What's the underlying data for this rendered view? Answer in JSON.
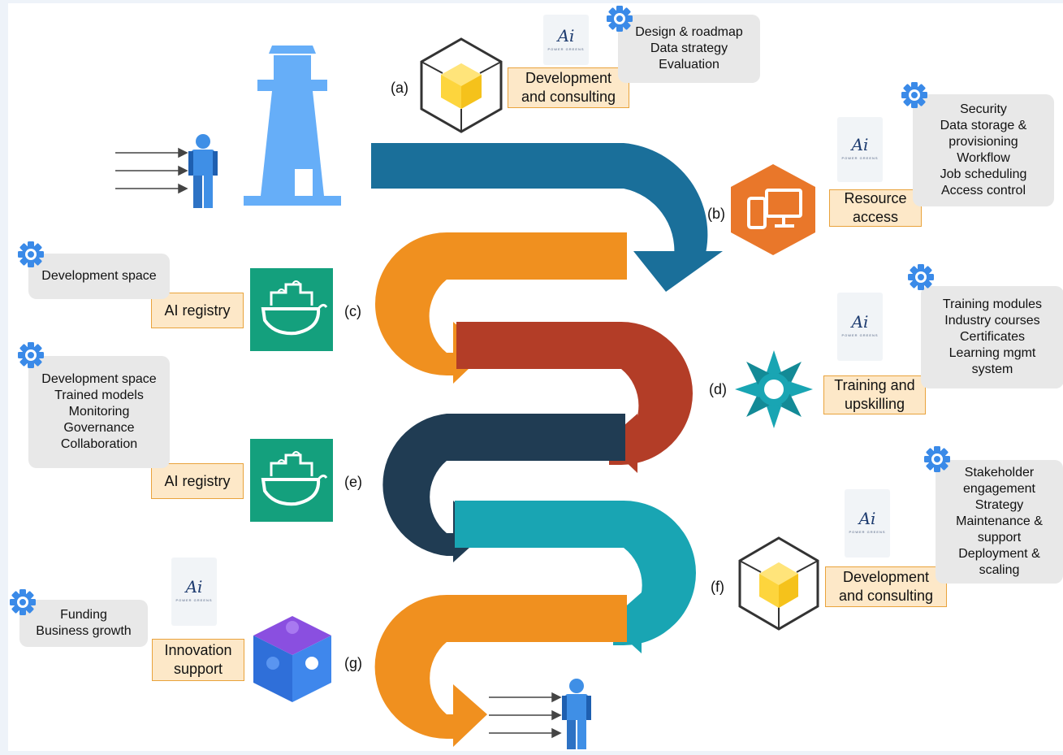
{
  "steps": {
    "a": {
      "letter": "(a)",
      "label": [
        "Development",
        "and consulting"
      ],
      "details": [
        "Design & roadmap",
        "Data strategy",
        "Evaluation"
      ]
    },
    "b": {
      "letter": "(b)",
      "label": [
        "Resource",
        "access"
      ],
      "details": [
        "Security",
        "Data storage &",
        "provisioning",
        "Workflow",
        "Job scheduling",
        "Access control"
      ]
    },
    "c": {
      "letter": "(c)",
      "label": [
        "AI registry"
      ],
      "details": [
        "Development space"
      ]
    },
    "d": {
      "letter": "(d)",
      "label": [
        "Training and",
        "upskilling"
      ],
      "details": [
        "Training modules",
        "Industry courses",
        "Certificates",
        "Learning mgmt",
        "system"
      ]
    },
    "e": {
      "letter": "(e)",
      "label": [
        "AI registry"
      ],
      "details": [
        "Development space",
        "Trained models",
        "Monitoring",
        "Governance",
        "Collaboration"
      ]
    },
    "f": {
      "letter": "(f)",
      "label": [
        "Development",
        "and consulting"
      ],
      "details": [
        "Stakeholder",
        "engagement",
        "Strategy",
        "Maintenance &",
        "support",
        "Deployment &",
        "scaling"
      ]
    },
    "g": {
      "letter": "(g)",
      "label": [
        "Innovation",
        "support"
      ],
      "details": [
        "Funding",
        "Business growth"
      ]
    }
  },
  "logo": {
    "text": "Ai",
    "subtext": "POWER GREENS"
  },
  "colors": {
    "teal_blue": "#1a6f9a",
    "orange": "#f0901f",
    "rust": "#b33d27",
    "navy": "#203c53",
    "cyan": "#19a5b3",
    "lighthouse": "#66aef8",
    "person": "#3f8fe6",
    "gear": "#3a8ae8",
    "registry_green": "#14a07d",
    "resource_orange": "#e9772a",
    "cube_yellow": "#fdd53d",
    "puzzle_purple": "#8a4fe0",
    "puzzle_blue": "#2f6fd9"
  },
  "icons": [
    "lighthouse-icon",
    "person-icon",
    "gear-icon",
    "cube-icon",
    "resource-devices-icon",
    "container-whale-icon",
    "star-burst-icon",
    "puzzle-box-icon",
    "ai-logo-icon"
  ]
}
